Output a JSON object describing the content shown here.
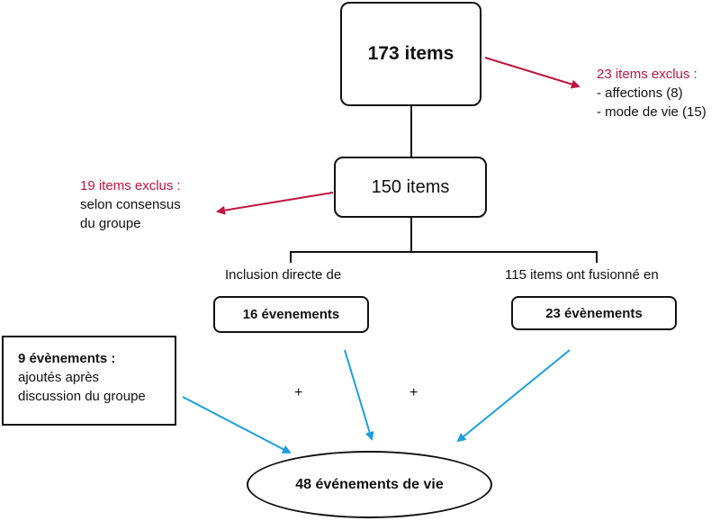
{
  "nodes": {
    "top": "173 items",
    "middle": "150 items",
    "left_branch_label": "Inclusion directe de",
    "right_branch_label": "115 items ont fusionné en",
    "left_branch_box": "16 évenements",
    "right_branch_box": "23 évènements",
    "added_box": {
      "title": "9 évènements :",
      "line1": "ajoutés après",
      "line2": "discussion du groupe"
    },
    "result": "48 événements de vie",
    "plus1": "+",
    "plus2": "+"
  },
  "excluded_top": {
    "title": "23 items exclus :",
    "line1": "- affections (8)",
    "line2": "- mode de vie (15)"
  },
  "excluded_middle": {
    "title": "19 items exclus :",
    "line1": "selon consensus",
    "line2": "du groupe"
  },
  "colors": {
    "exclusion_arrow": "#c0143c",
    "merge_arrow": "#1a9fe0",
    "border": "#111111"
  }
}
